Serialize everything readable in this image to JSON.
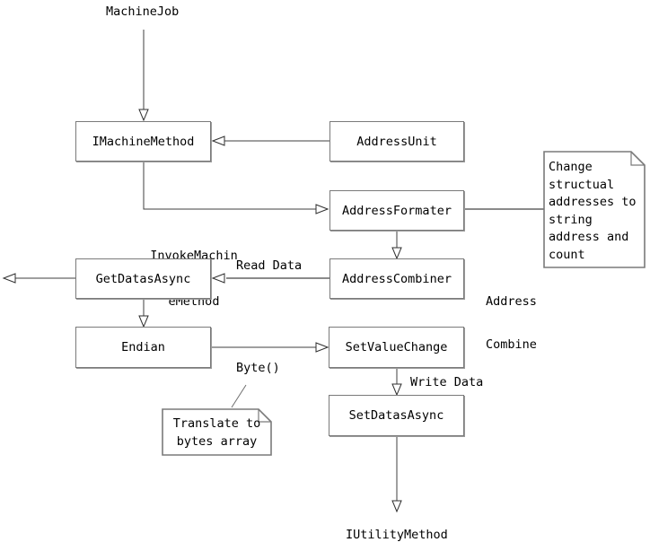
{
  "diagram": {
    "nodes": {
      "machine_job": "MachineJob",
      "imachine_method": "IMachineMethod",
      "address_unit": "AddressUnit",
      "address_formater": "AddressFormater",
      "address_combiner": "AddressCombiner",
      "get_datas_async": "GetDatasAsync",
      "endian": "Endian",
      "set_value_change": "SetValueChange",
      "set_datas_async": "SetDatasAsync",
      "iutility_method": "IUtilityMethod"
    },
    "edge_labels": {
      "invoke_machine_method_line1": "InvokeMachin",
      "invoke_machine_method_line2": "eMethod",
      "read_data": "Read Data",
      "address_combine_line1": "Address",
      "address_combine_line2": "Combine",
      "byte_call": "Byte()",
      "write_data": "Write Data"
    },
    "notes": {
      "change_note": {
        "lines": [
          "Change",
          "structual",
          "addresses to",
          "string",
          "address and",
          "count"
        ]
      },
      "translate_note": {
        "lines": [
          "Translate to",
          "bytes array"
        ]
      }
    },
    "colors": {
      "background": "#ffffff",
      "box_border": "#7a7a7a",
      "connector": "#3f3f3f",
      "connector_gray": "#8a8a8a",
      "text": "#000000",
      "arrowhead_fill": "#ffffff"
    }
  }
}
